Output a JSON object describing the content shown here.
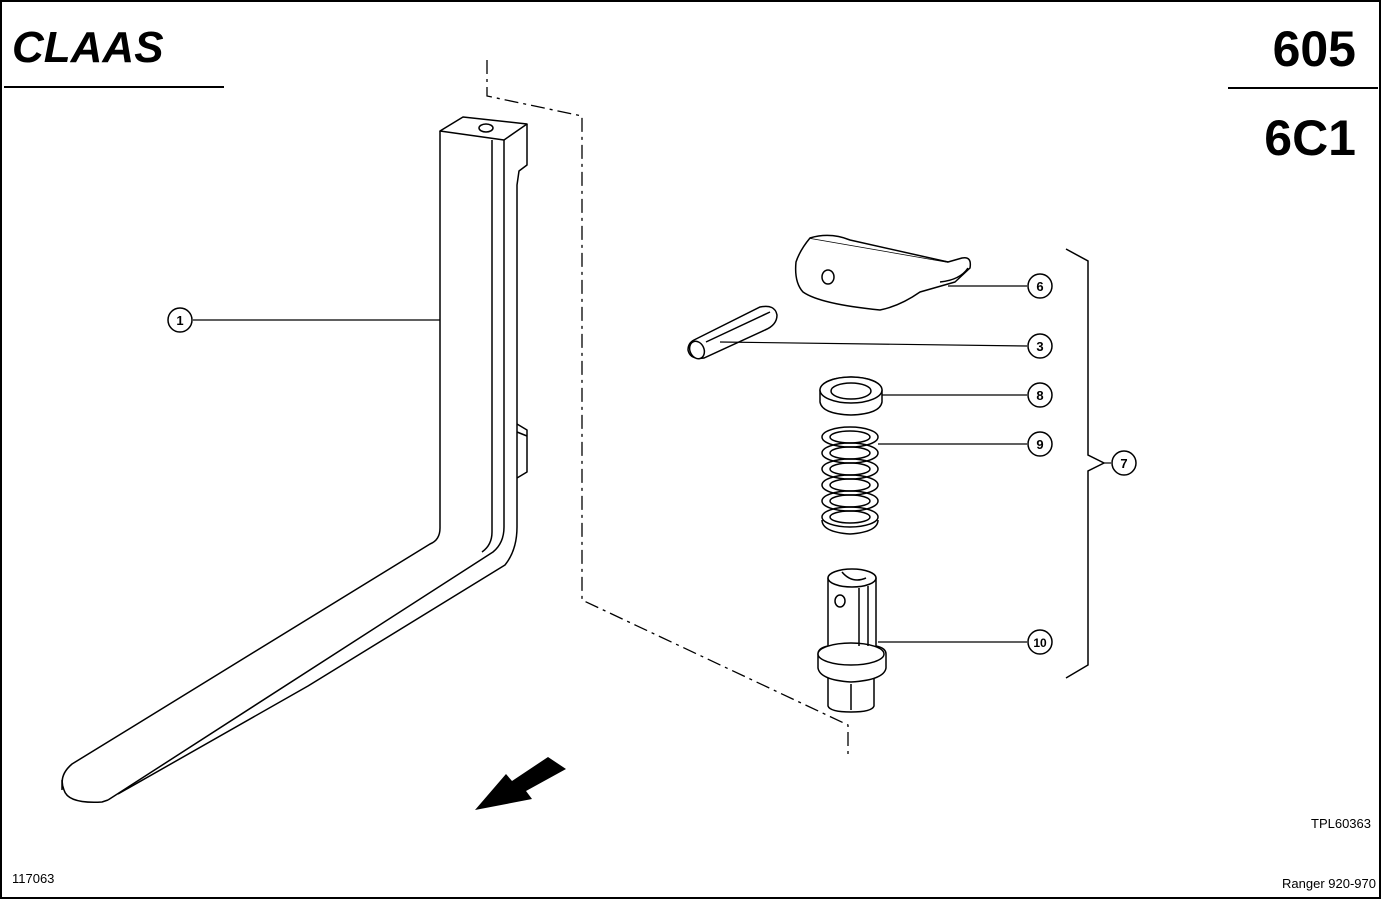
{
  "header": {
    "brand": "CLAAS",
    "page_number": "605",
    "group_code": "6C1"
  },
  "footer": {
    "left_code": "117063",
    "drawing_ref": "TPL60363",
    "model": "Ranger 920-970"
  },
  "callouts": {
    "fork": "1",
    "roll_pin": "3",
    "latch": "6",
    "assembly": "7",
    "washer": "8",
    "spring": "9",
    "bolt": "10"
  }
}
